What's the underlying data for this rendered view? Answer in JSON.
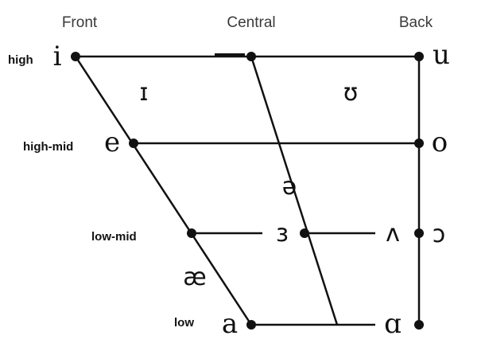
{
  "columns": {
    "front": "Front",
    "central": "Central",
    "back": "Back"
  },
  "rows": {
    "high": "high",
    "high_mid": "high-mid",
    "low_mid": "low-mid",
    "low": "low"
  },
  "vowels": {
    "i": "i",
    "u": "u",
    "lax_i": "ɪ",
    "lax_u": "ʊ",
    "e": "e",
    "o": "o",
    "schwa": "ə",
    "open_mid_central": "ɜ",
    "wedge": "ʌ",
    "open_o": "ɔ",
    "ash": "æ",
    "a": "a",
    "script_a": "ɑ"
  }
}
